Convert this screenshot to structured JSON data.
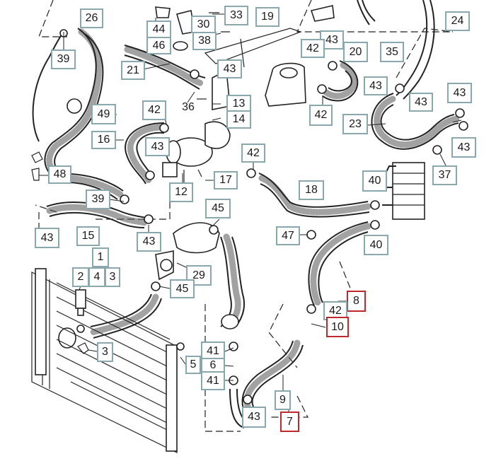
{
  "diagram": {
    "callouts": [
      {
        "id": "c26",
        "label": "26",
        "red": false
      },
      {
        "id": "c39a",
        "label": "39",
        "red": false
      },
      {
        "id": "c44",
        "label": "44",
        "red": false
      },
      {
        "id": "c46",
        "label": "46",
        "red": false
      },
      {
        "id": "c30",
        "label": "30",
        "red": false
      },
      {
        "id": "c33",
        "label": "33",
        "red": false
      },
      {
        "id": "c38",
        "label": "38",
        "red": false
      },
      {
        "id": "c19",
        "label": "19",
        "red": false
      },
      {
        "id": "c43a",
        "label": "43",
        "red": false
      },
      {
        "id": "c42a",
        "label": "42",
        "red": false
      },
      {
        "id": "c20",
        "label": "20",
        "red": false
      },
      {
        "id": "c35",
        "label": "35",
        "red": false
      },
      {
        "id": "c24",
        "label": "24",
        "red": false
      },
      {
        "id": "c21",
        "label": "21",
        "red": false
      },
      {
        "id": "c43b",
        "label": "43",
        "red": false
      },
      {
        "id": "c43c",
        "label": "43",
        "red": false
      },
      {
        "id": "c43d",
        "label": "43",
        "red": false
      },
      {
        "id": "c43e",
        "label": "43",
        "red": false
      },
      {
        "id": "c49",
        "label": "49",
        "red": false
      },
      {
        "id": "c42b",
        "label": "42",
        "red": false
      },
      {
        "id": "c36",
        "label": "36",
        "red": false
      },
      {
        "id": "c13",
        "label": "13",
        "red": false
      },
      {
        "id": "c14",
        "label": "14",
        "red": false
      },
      {
        "id": "c42c",
        "label": "42",
        "red": false
      },
      {
        "id": "c23",
        "label": "23",
        "red": false
      },
      {
        "id": "c43f",
        "label": "43",
        "red": false
      },
      {
        "id": "c16",
        "label": "16",
        "red": false
      },
      {
        "id": "c43g",
        "label": "43",
        "red": false
      },
      {
        "id": "c48",
        "label": "48",
        "red": false
      },
      {
        "id": "c42d",
        "label": "42",
        "red": false
      },
      {
        "id": "c37",
        "label": "37",
        "red": false
      },
      {
        "id": "c17",
        "label": "17",
        "red": false
      },
      {
        "id": "c12",
        "label": "12",
        "red": false
      },
      {
        "id": "c40a",
        "label": "40",
        "red": false
      },
      {
        "id": "c18",
        "label": "18",
        "red": false
      },
      {
        "id": "c39b",
        "label": "39",
        "red": false
      },
      {
        "id": "c45a",
        "label": "45",
        "red": false
      },
      {
        "id": "c43h",
        "label": "43",
        "red": false
      },
      {
        "id": "c15",
        "label": "15",
        "red": false
      },
      {
        "id": "c43i",
        "label": "43",
        "red": false
      },
      {
        "id": "c47",
        "label": "47",
        "red": false
      },
      {
        "id": "c40b",
        "label": "40",
        "red": false
      },
      {
        "id": "c1",
        "label": "1",
        "red": false
      },
      {
        "id": "c2",
        "label": "2",
        "red": false
      },
      {
        "id": "c4",
        "label": "4",
        "red": false
      },
      {
        "id": "c3a",
        "label": "3",
        "red": false
      },
      {
        "id": "c29",
        "label": "29",
        "red": false
      },
      {
        "id": "c45b",
        "label": "45",
        "red": false
      },
      {
        "id": "c8",
        "label": "8",
        "red": true
      },
      {
        "id": "c42e",
        "label": "42",
        "red": false
      },
      {
        "id": "c10",
        "label": "10",
        "red": true
      },
      {
        "id": "c3b",
        "label": "3",
        "red": false
      },
      {
        "id": "c41a",
        "label": "41",
        "red": false
      },
      {
        "id": "c5",
        "label": "5",
        "red": false
      },
      {
        "id": "c6",
        "label": "6",
        "red": false
      },
      {
        "id": "c41b",
        "label": "41",
        "red": false
      },
      {
        "id": "c9",
        "label": "9",
        "red": false
      },
      {
        "id": "c43j",
        "label": "43",
        "red": false
      },
      {
        "id": "c7",
        "label": "7",
        "red": true
      }
    ]
  }
}
